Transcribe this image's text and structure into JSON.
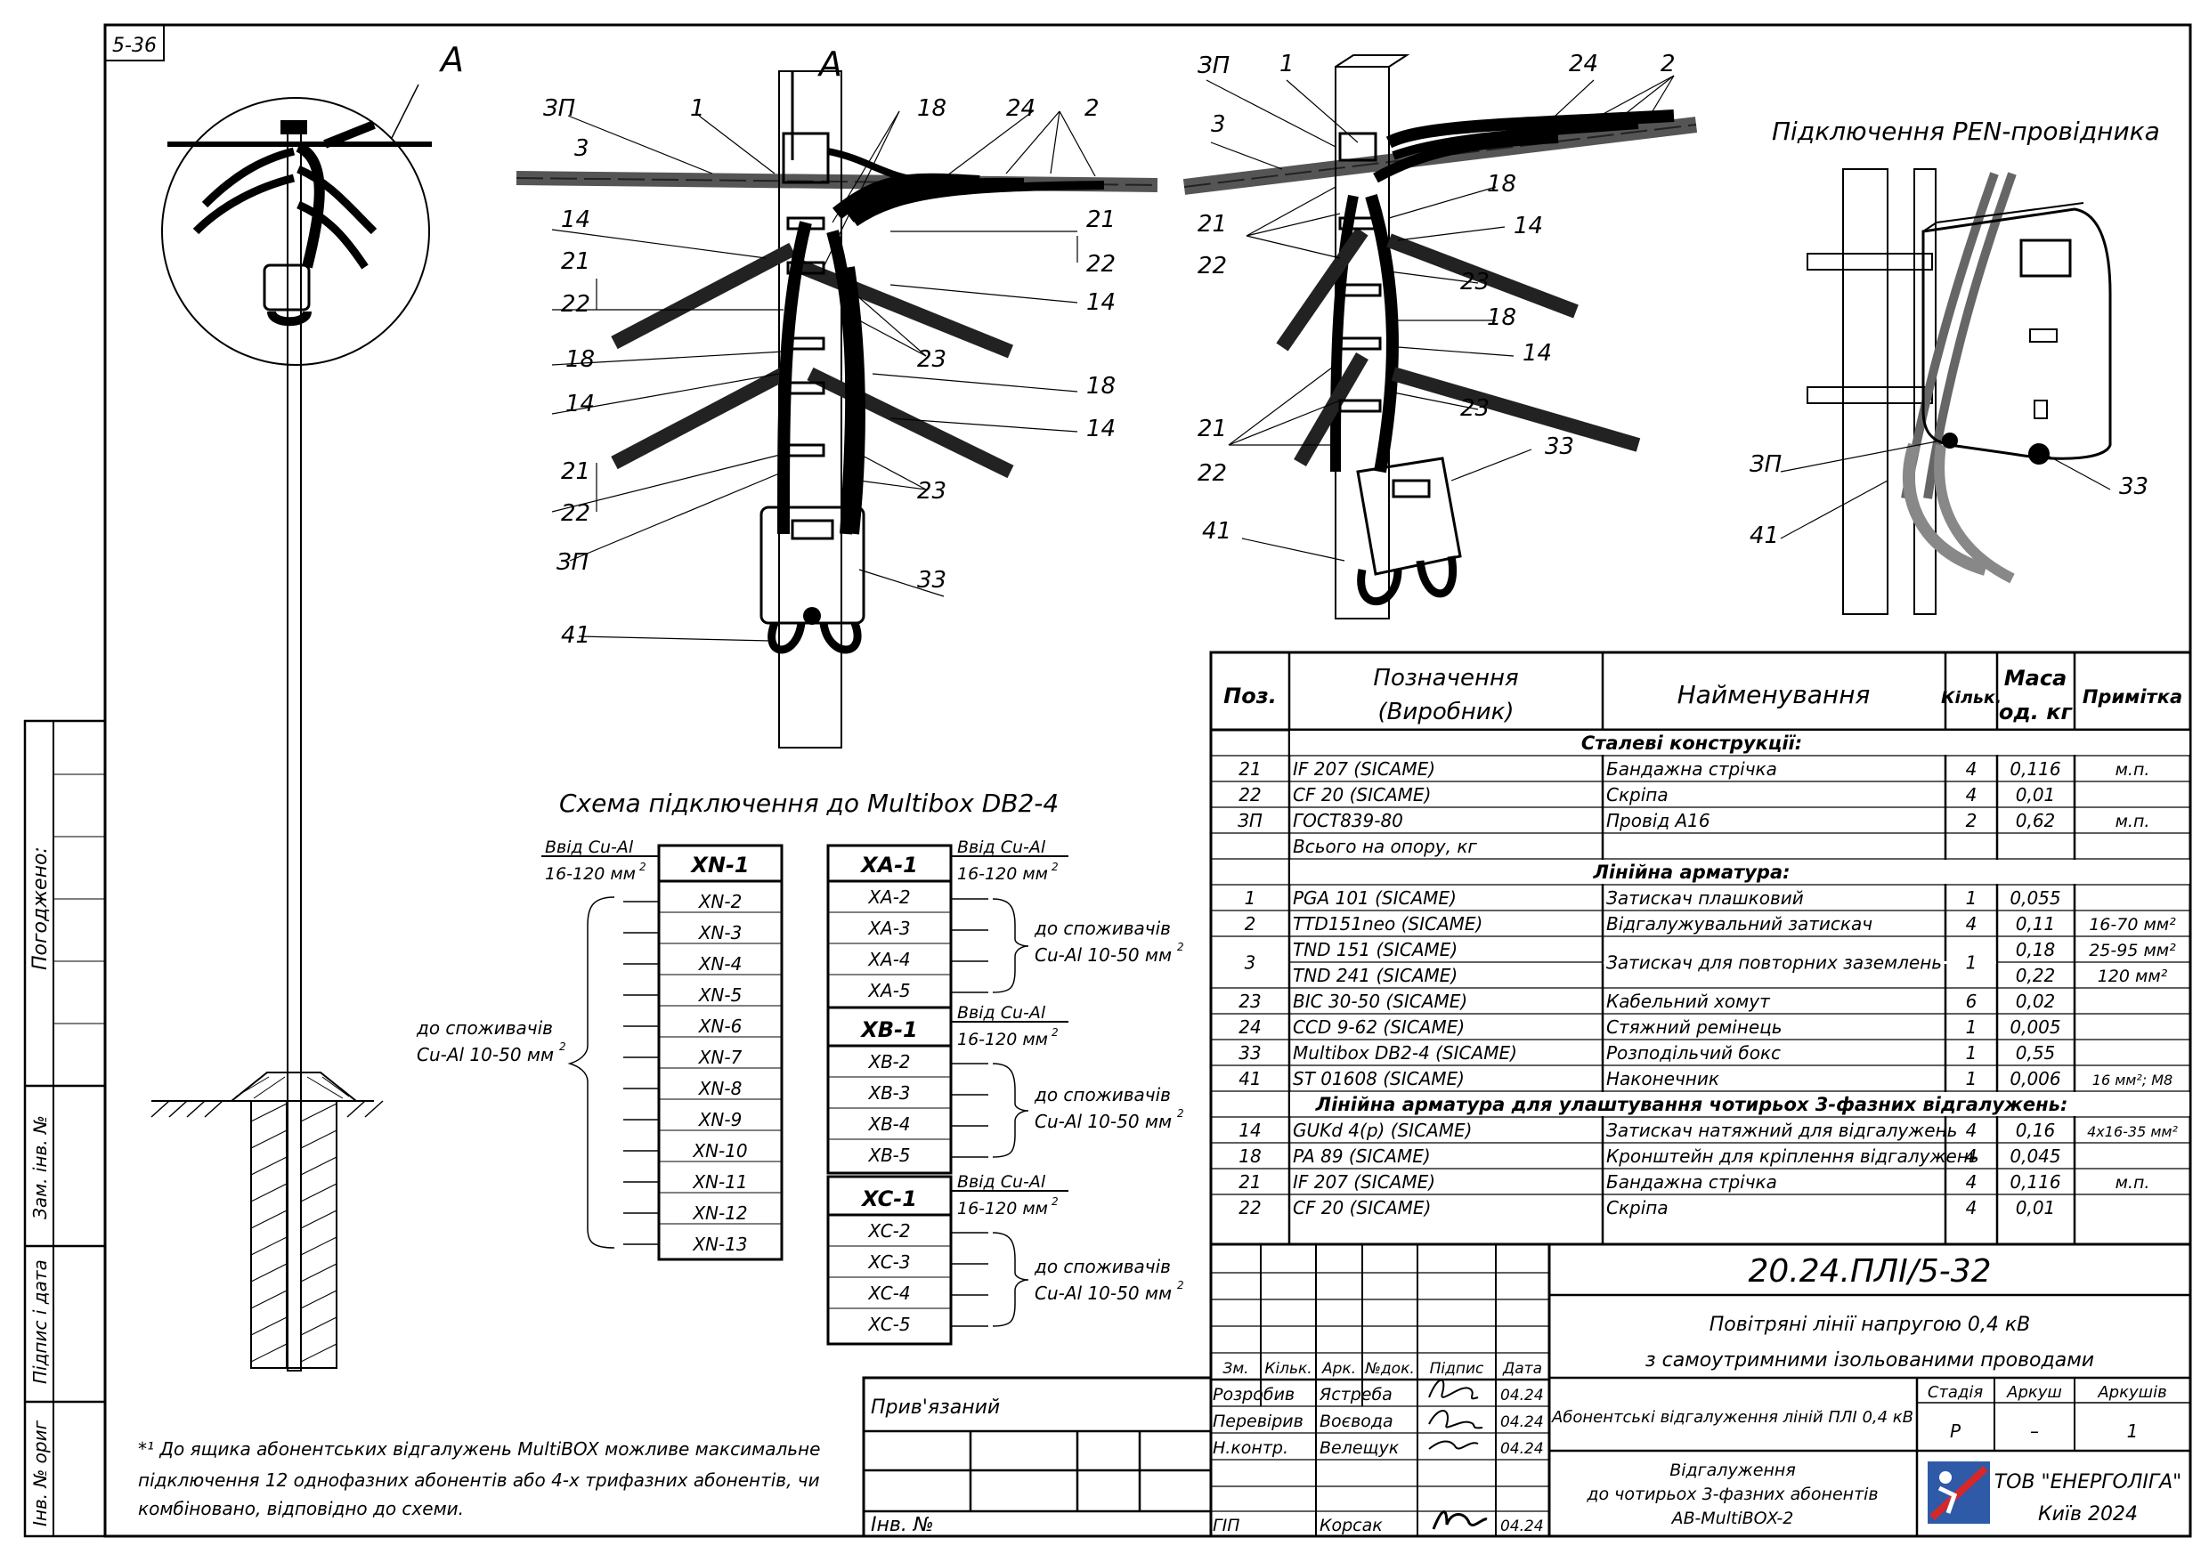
{
  "sheet": {
    "sheet_code": "5-36",
    "side_labels": {
      "pogodzheno": "Погоджено:",
      "zam_inv": "Зам. інв. №",
      "pidpys_data": "Підпис і дата",
      "inv_orig": "Інв. № ориг"
    }
  },
  "views": {
    "detail_letter": "А",
    "pen_title": "Підключення PEN-провідника",
    "front_labels": [
      "ЗП",
      "1",
      "18",
      "24",
      "2",
      "3",
      "14",
      "21",
      "22",
      "21",
      "22",
      "14",
      "18",
      "23",
      "14",
      "18",
      "14",
      "21",
      "22",
      "ЗП",
      "23",
      "33",
      "41"
    ],
    "iso_labels": [
      "ЗП",
      "1",
      "24",
      "2",
      "3",
      "18",
      "14",
      "21",
      "22",
      "23",
      "18",
      "14",
      "23",
      "33",
      "21",
      "22",
      "41"
    ],
    "pen_labels": [
      "ЗП",
      "41",
      "33"
    ]
  },
  "scheme": {
    "title": "Схема підключення до Multibox DB2-4",
    "input_label": "Ввід Cu-Al",
    "input_range": "16-120 мм",
    "sup": "2",
    "consumers_line1": "до споживачів",
    "consumers_line2": "Cu-Al 10-50 мм",
    "xn": [
      "XN-1",
      "XN-2",
      "XN-3",
      "XN-4",
      "XN-5",
      "XN-6",
      "XN-7",
      "XN-8",
      "XN-9",
      "XN-10",
      "XN-11",
      "XN-12",
      "XN-13"
    ],
    "xa": [
      "XA-1",
      "XA-2",
      "XA-3",
      "XA-4",
      "XA-5"
    ],
    "xb": [
      "XB-1",
      "XB-2",
      "XB-3",
      "XB-4",
      "XB-5"
    ],
    "xc": [
      "XC-1",
      "XC-2",
      "XC-3",
      "XC-4",
      "XC-5"
    ]
  },
  "spec": {
    "headers": {
      "pos": "Поз.",
      "desig1": "Позначення",
      "desig2": "(Виробник)",
      "name": "Найменування",
      "qty": "Кільк.",
      "mass1": "Маса",
      "mass2": "од. кг",
      "note": "Примітка"
    },
    "rows": [
      {
        "section": "Сталеві конструкції:"
      },
      {
        "pos": "21",
        "des": "IF 207   (SICAME)",
        "name": "Бандажна стрічка",
        "qty": "4",
        "mass": "0,116",
        "note": "м.п."
      },
      {
        "pos": "22",
        "des": "CF 20   (SICAME)",
        "name": "Скріпа",
        "qty": "4",
        "mass": "0,01",
        "note": ""
      },
      {
        "pos": "ЗП",
        "des": "ГОСТ839-80",
        "name": "Провід А16",
        "qty": "2",
        "mass": "0,62",
        "note": "м.п."
      },
      {
        "pos": "",
        "des": "Всього на опору, кг",
        "name": "",
        "qty": "",
        "mass": "",
        "note": ""
      },
      {
        "section": "Лінійна арматура:"
      },
      {
        "pos": "1",
        "des": "PGA 101   (SICAME)",
        "name": "Затискач плашковий",
        "qty": "1",
        "mass": "0,055",
        "note": ""
      },
      {
        "pos": "2",
        "des": "TTD151neo   (SICAME)",
        "name": "Відгалужувальний затискач",
        "qty": "4",
        "mass": "0,11",
        "note": "16-70 мм²"
      },
      {
        "pos": "3",
        "des": "TND 151   (SICAME)",
        "name": "Затискач для повторних заземлень",
        "qty": "1",
        "mass": "0,18",
        "note": "25-95 мм²"
      },
      {
        "pos": "",
        "des": "TND 241   (SICAME)",
        "name": "",
        "qty": "",
        "mass": "0,22",
        "note": "120 мм²"
      },
      {
        "pos": "23",
        "des": "BIC 30-50   (SICAME)",
        "name": "Кабельний хомут",
        "qty": "6",
        "mass": "0,02",
        "note": ""
      },
      {
        "pos": "24",
        "des": "CCD 9-62   (SICAME)",
        "name": "Стяжний ремінець",
        "qty": "1",
        "mass": "0,005",
        "note": ""
      },
      {
        "pos": "33",
        "des": "Multibox DB2-4   (SICAME)",
        "name": "Розподільчий бокс",
        "qty": "1",
        "mass": "0,55",
        "note": ""
      },
      {
        "pos": "41",
        "des": "ST 01608   (SICAME)",
        "name": "Наконечник",
        "qty": "1",
        "mass": "0,006",
        "note": "16 мм²; М8"
      },
      {
        "section": "Лінійна арматура для улаштування чотирьох 3-фазних відгалужень:"
      },
      {
        "pos": "14",
        "des": "GUKd 4(p)   (SICAME)",
        "name": "Затискач натяжний для відгалужень",
        "qty": "4",
        "mass": "0,16",
        "note": "4x16-35 мм²"
      },
      {
        "pos": "18",
        "des": "PA 89   (SICAME)",
        "name": "Кронштейн для кріплення відгалужень",
        "qty": "4",
        "mass": "0,045",
        "note": ""
      },
      {
        "pos": "21",
        "des": "IF 207   (SICAME)",
        "name": "Бандажна стрічка",
        "qty": "4",
        "mass": "0,116",
        "note": "м.п."
      },
      {
        "pos": "22",
        "des": "CF 20   (SICAME)",
        "name": "Скріпа",
        "qty": "4",
        "mass": "0,01",
        "note": ""
      }
    ]
  },
  "title_block": {
    "doc_code": "20.24.ПЛІ/5-32",
    "project_line1": "Повітряні лінії напругою 0,4 кВ",
    "project_line2": "з самоутримними ізольованими проводами",
    "section_title": "Абонентські відгалуження ліній ПЛІ 0,4 кВ",
    "sheet_title1": "Відгалуження",
    "sheet_title2": "до чотирьох 3-фазних абонентів",
    "sheet_title3": "AB-MultiBOX-2",
    "col_heads": [
      "Зм.",
      "Кільк.",
      "Арк.",
      "№док.",
      "Підпис",
      "Дата"
    ],
    "stage_label": "Стадія",
    "sheet_label": "Аркуш",
    "sheets_label": "Аркушів",
    "stage": "Р",
    "sheet": "–",
    "sheets": "1",
    "company": "ТОВ \"ЕНЕРГОЛІГА\"",
    "city_year": "Київ 2024",
    "privyazaniy": "Прив'язаний",
    "inv_no": "Інв. №",
    "people": [
      {
        "role": "Розробив",
        "name": "Ястреба",
        "date": "04.24"
      },
      {
        "role": "Перевірив",
        "name": "Воєвода",
        "date": "04.24"
      },
      {
        "role": "Н.контр.",
        "name": "Велещук",
        "date": "04.24"
      },
      {
        "role": "ГІП",
        "name": "Корсак",
        "date": "04.24"
      }
    ]
  },
  "footnote": {
    "line1": "*¹ До ящика абонентських відгалужень MultiBOX можливе максимальне",
    "line2": "підключення 12 однофазних абонентів або 4-х трифазних абонентів, чи",
    "line3": "комбіновано, відповідно до схеми."
  }
}
